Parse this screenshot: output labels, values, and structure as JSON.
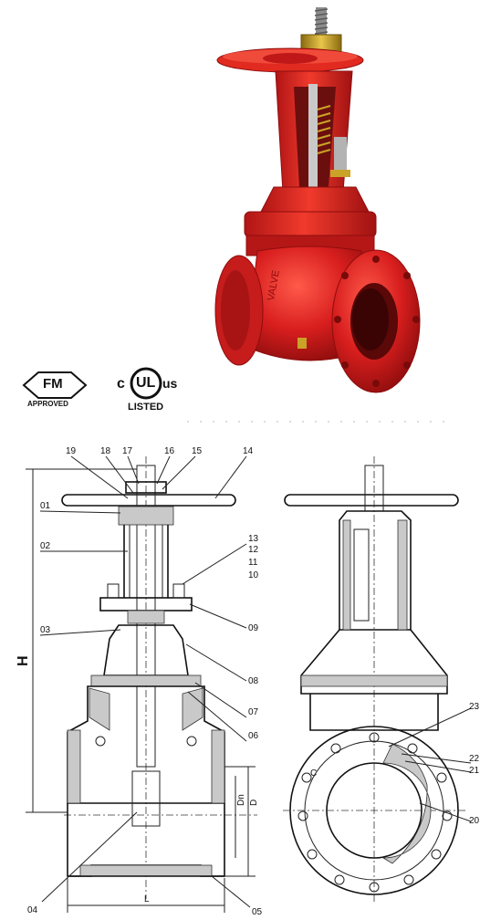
{
  "certifications": {
    "fm": {
      "mark": "FM",
      "caption": "APPROVED"
    },
    "ul": {
      "left": "c",
      "mark": "UL",
      "right": "us",
      "caption": "LISTED"
    }
  },
  "drawing": {
    "height_label": "H",
    "length_label": "L",
    "dn_label": "Dn",
    "d_label": "D",
    "callouts_front": [
      "19",
      "18",
      "17",
      "16",
      "15",
      "14",
      "01",
      "02",
      "03",
      "13",
      "12",
      "11",
      "10",
      "09",
      "08",
      "07",
      "06",
      "04",
      "05"
    ],
    "callouts_side": [
      "23",
      "22",
      "21",
      "20"
    ]
  },
  "colors": {
    "valve_red": "#d81e1e",
    "valve_dark": "#9e1010",
    "brass": "#c9a227"
  }
}
